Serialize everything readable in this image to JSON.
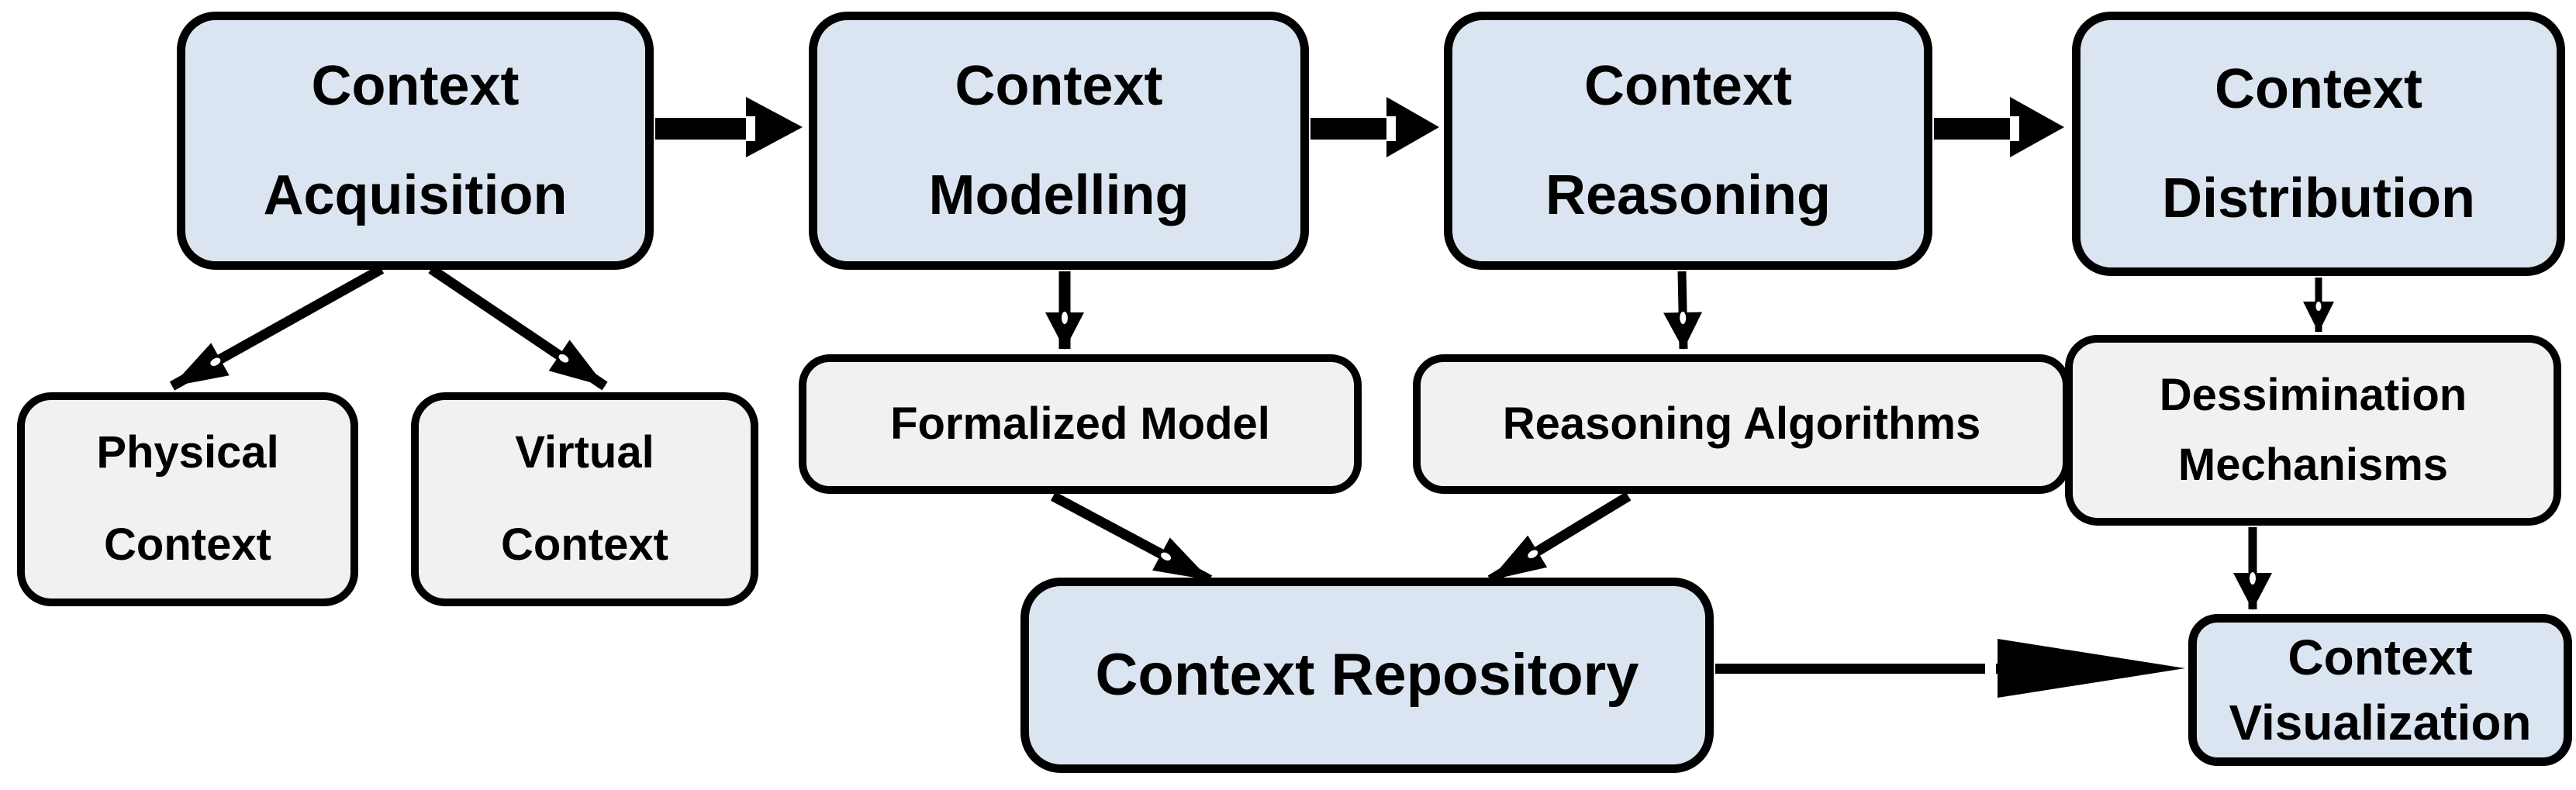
{
  "diagram": {
    "type": "flow-diagram",
    "background": "#ffffff",
    "colors": {
      "phase_fill": "#dbe5f1",
      "sub_fill": "#f1f1f1",
      "border": "#000000",
      "arrow": "#000000"
    },
    "nodes": {
      "acquisition": {
        "label": "Context\nAcquisition",
        "kind": "phase"
      },
      "modelling": {
        "label": "Context\nModelling",
        "kind": "phase"
      },
      "reasoning": {
        "label": "Context\nReasoning",
        "kind": "phase"
      },
      "distribution": {
        "label": "Context\nDistribution",
        "kind": "phase"
      },
      "physical": {
        "label": "Physical\nContext",
        "kind": "sub"
      },
      "virtual": {
        "label": "Virtual\nContext",
        "kind": "sub"
      },
      "formalized": {
        "label": "Formalized Model",
        "kind": "sub"
      },
      "reasoning_alg": {
        "label": "Reasoning Algorithms",
        "kind": "sub"
      },
      "dessimination": {
        "label": "Dessimination\nMechanisms",
        "kind": "sub"
      },
      "repository": {
        "label": "Context Repository",
        "kind": "phase"
      },
      "visualization": {
        "label": "Context\nVisualization",
        "kind": "phase"
      }
    },
    "edges": [
      {
        "from": "Context Acquisition",
        "to": "Context Modelling",
        "style": "thick-horizontal-notched"
      },
      {
        "from": "Context Modelling",
        "to": "Context Reasoning",
        "style": "thick-horizontal-notched"
      },
      {
        "from": "Context Reasoning",
        "to": "Context Distribution",
        "style": "thick-horizontal-notched"
      },
      {
        "from": "Context Acquisition",
        "to": "Physical Context",
        "style": "thin-diagonal"
      },
      {
        "from": "Context Acquisition",
        "to": "Virtual Context",
        "style": "thin-diagonal"
      },
      {
        "from": "Context Modelling",
        "to": "Formalized Model",
        "style": "thin-vertical"
      },
      {
        "from": "Context Reasoning",
        "to": "Reasoning Algorithms",
        "style": "thin-vertical"
      },
      {
        "from": "Context Distribution",
        "to": "Dessimination Mechanisms",
        "style": "thin-vertical"
      },
      {
        "from": "Formalized Model",
        "to": "Context Repository",
        "style": "thin-diagonal"
      },
      {
        "from": "Reasoning Algorithms",
        "to": "Context Repository",
        "style": "thin-diagonal"
      },
      {
        "from": "Dessimination Mechanisms",
        "to": "Context Visualization",
        "style": "thin-vertical"
      },
      {
        "from": "Context Repository",
        "to": "Context Visualization",
        "style": "thin-horizontal-long-head"
      }
    ]
  }
}
